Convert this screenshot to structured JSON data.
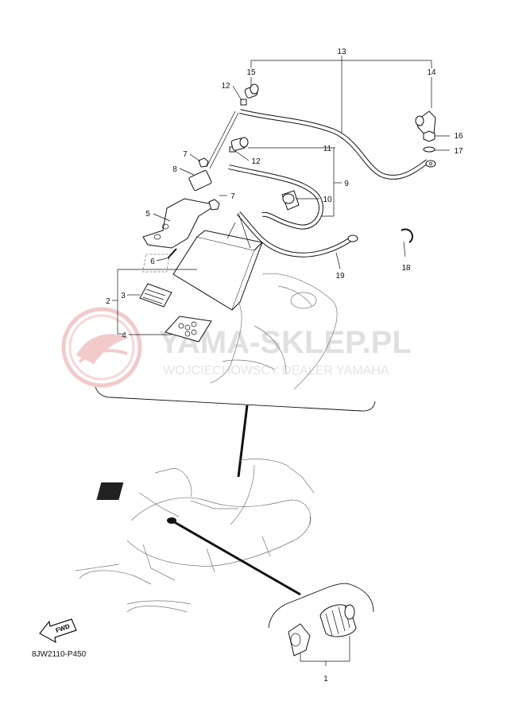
{
  "watermark": {
    "title": "YAMA-SKLEP.PL",
    "subtitle": "WOJCIECHOWSCY DEALER YAMAHA",
    "color": "#e8a0a0"
  },
  "callouts": {
    "n1": "1",
    "n2": "2",
    "n3": "3",
    "n4": "4",
    "n5": "5",
    "n6": "6",
    "n7a": "7",
    "n7b": "7",
    "n8": "8",
    "n9": "9",
    "n10": "10",
    "n11": "11",
    "n12a": "12",
    "n12b": "12",
    "n13": "13",
    "n14": "14",
    "n15": "15",
    "n16": "16",
    "n17": "17",
    "n18": "18",
    "n19": "19"
  },
  "fwd_label": "FWD",
  "diagram_code": "8JW2110-P450"
}
